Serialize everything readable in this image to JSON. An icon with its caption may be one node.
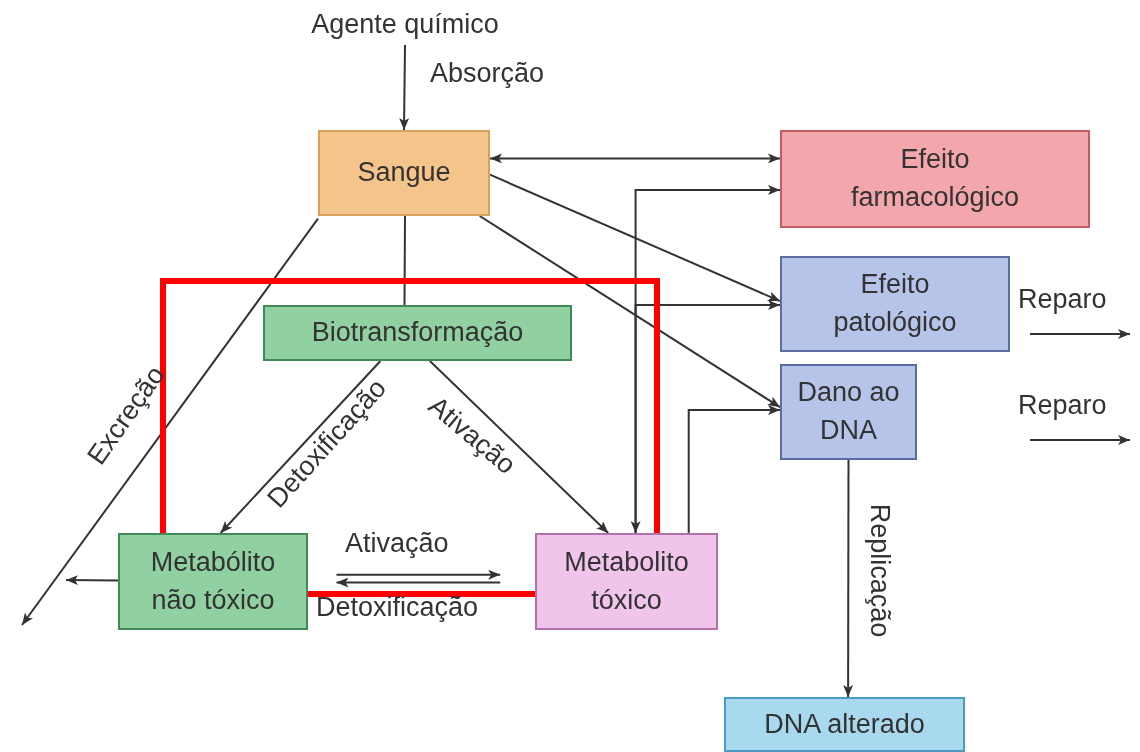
{
  "diagram": {
    "nodes": [
      {
        "text": [
          "Agente químico"
        ]
      },
      {
        "text": [
          "Sangue"
        ]
      },
      {
        "text": [
          "Efeito farmacológico"
        ]
      },
      {
        "text": [
          "Efeito patológico"
        ]
      },
      {
        "text": [
          "Dano ao DNA"
        ]
      },
      {
        "text": [
          "Biotransformação"
        ]
      },
      {
        "text": [
          "Metabólito não tóxico"
        ]
      },
      {
        "text": [
          "Metabolito tóxico"
        ]
      },
      {
        "text": [
          "DNA alterado"
        ]
      }
    ],
    "edges": [
      {
        "from": 0,
        "to": 1,
        "arrow": "to",
        "label": "Absorção"
      },
      {
        "from": 1,
        "to": 2,
        "arrow": "both"
      },
      {
        "from": 1,
        "to": 3,
        "arrow": "to"
      },
      {
        "from": 1,
        "to": 4,
        "arrow": "to"
      },
      {
        "from": 1,
        "to": 5,
        "arrow": "none"
      },
      {
        "from": 1,
        "to": null,
        "arrow": "to",
        "label": "Excreção"
      },
      {
        "from": 6,
        "to": null,
        "arrow": "to"
      },
      {
        "from": 5,
        "to": 6,
        "arrow": "to",
        "label": "Detoxificação"
      },
      {
        "from": 5,
        "to": 7,
        "arrow": "to",
        "label": "Ativação"
      },
      {
        "from": 6,
        "to": 7,
        "arrow": "to",
        "label": "Ativação"
      },
      {
        "from": 7,
        "to": 6,
        "arrow": "to",
        "label": "Detoxificação"
      },
      {
        "from": 7,
        "to": 2,
        "arrow": "both"
      },
      {
        "from": 7,
        "to": 3,
        "arrow": "to"
      },
      {
        "from": 7,
        "to": 4,
        "arrow": "to"
      },
      {
        "from": 4,
        "to": 8,
        "arrow": "to",
        "label": "Replicação"
      }
    ],
    "labels": [
      "Reparo",
      "Reparo"
    ]
  }
}
